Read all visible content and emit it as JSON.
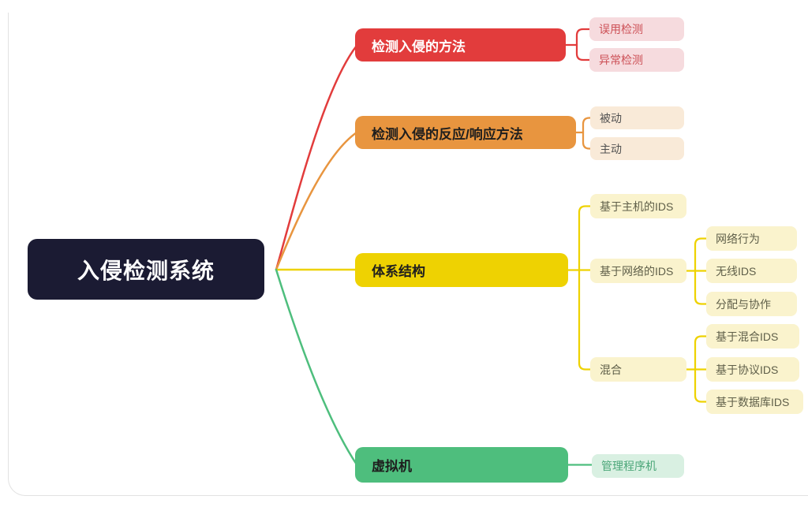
{
  "root": {
    "label": "入侵检测系统",
    "bg": "#1b1b33",
    "text_color": "#ffffff"
  },
  "branches": [
    {
      "label": "检测入侵的方法",
      "color": "#e23c3c",
      "child_bg": "#f6dbde",
      "child_text_color": "#cc4f55",
      "children": [
        {
          "label": "误用检测"
        },
        {
          "label": "异常检测"
        }
      ]
    },
    {
      "label": "检测入侵的反应/响应方法",
      "color": "#e8953f",
      "child_bg": "#f9ead8",
      "child_text_color": "#525252",
      "children": [
        {
          "label": "被动"
        },
        {
          "label": "主动"
        }
      ]
    },
    {
      "label": "体系结构",
      "color": "#eed202",
      "child_bg": "#faf3cd",
      "child_text_color": "#5f5f49",
      "children": [
        {
          "label": "基于主机的IDS"
        },
        {
          "label": "基于网络的IDS",
          "children": [
            {
              "label": "网络行为"
            },
            {
              "label": "无线IDS"
            },
            {
              "label": "分配与协作"
            }
          ]
        },
        {
          "label": "混合",
          "children": [
            {
              "label": "基于混合IDS"
            },
            {
              "label": "基于协议IDS"
            },
            {
              "label": "基于数据库IDS"
            }
          ]
        }
      ]
    },
    {
      "label": "虚拟机",
      "color": "#4ebe7d",
      "child_bg": "#d9f0e2",
      "child_text_color": "#4aa678",
      "children": [
        {
          "label": "管理程序机"
        }
      ]
    }
  ]
}
